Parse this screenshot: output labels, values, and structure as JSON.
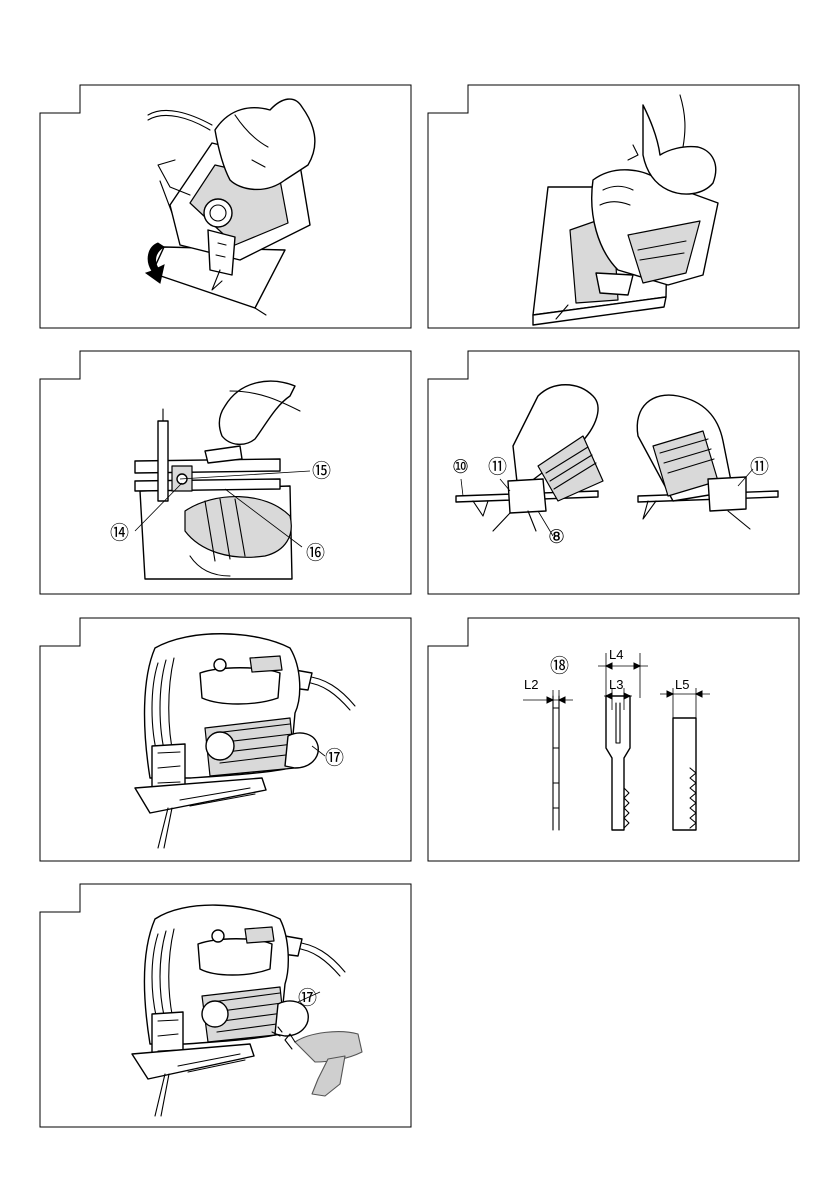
{
  "figures": [
    {
      "callouts": []
    },
    {
      "callouts": []
    },
    {
      "callouts": [
        "⑮",
        "⑭",
        "⑯"
      ]
    },
    {
      "callouts": [
        "⑩",
        "⑪",
        "⑧",
        "⑪"
      ]
    },
    {
      "callouts": [
        "⑰"
      ]
    },
    {
      "callouts": [
        "⑱"
      ],
      "labels": [
        "L4",
        "L2",
        "L3",
        "L5"
      ]
    },
    {
      "callouts": [
        "⑰"
      ]
    }
  ]
}
